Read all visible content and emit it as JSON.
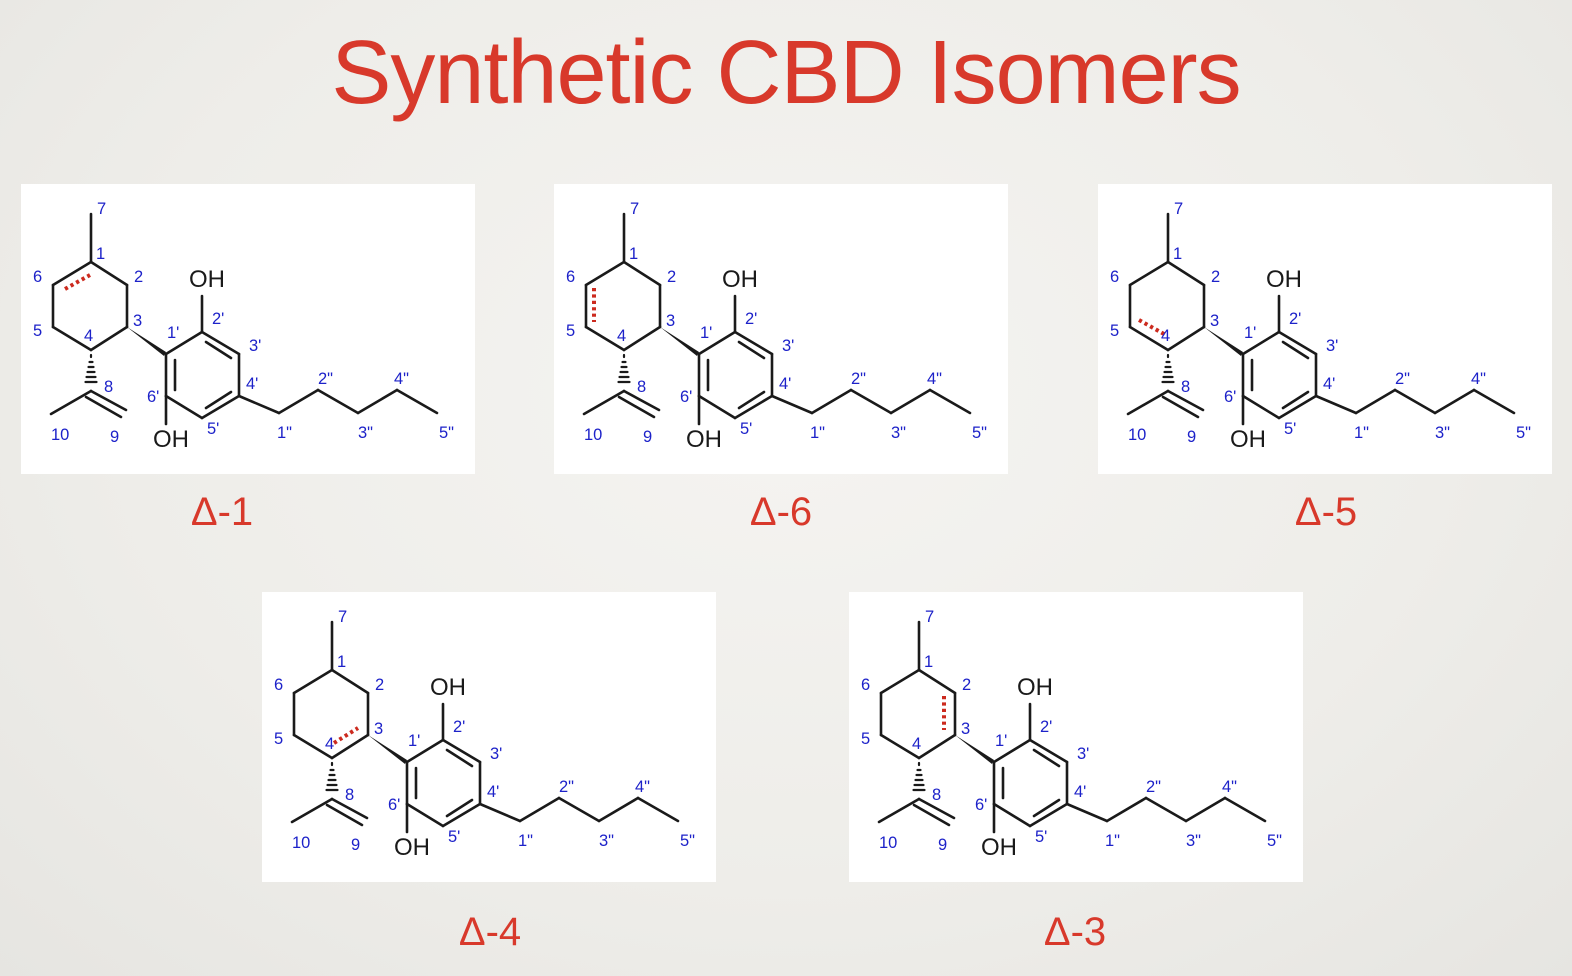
{
  "title": "Synthetic CBD Isomers",
  "colors": {
    "title": "#d8392b",
    "caption": "#d8392b",
    "atom_labels": "#1d22c9",
    "bonds": "#1a1a1a",
    "double_bond_marker": "#cc2a1e"
  },
  "atom_labels": {
    "l7": "7",
    "l1": "1",
    "l2": "2",
    "l3": "3",
    "l4": "4",
    "l5": "5",
    "l6": "6",
    "l8": "8",
    "l9": "9",
    "l10": "10",
    "l1p": "1'",
    "l2p": "2'",
    "l3p": "3'",
    "l4p": "4'",
    "l5p": "5'",
    "l6p": "6'",
    "l1pp": "1\"",
    "l2pp": "2\"",
    "l3pp": "3\"",
    "l4pp": "4\"",
    "l5pp": "5\""
  },
  "hydroxyl": "OH",
  "isomers": [
    {
      "caption": "Δ-1",
      "double_bond_position": "C1–C6"
    },
    {
      "caption": "Δ-6",
      "double_bond_position": "C5–C6"
    },
    {
      "caption": "Δ-5",
      "double_bond_position": "C4–C5"
    },
    {
      "caption": "Δ-4",
      "double_bond_position": "C3–C4"
    },
    {
      "caption": "Δ-3",
      "double_bond_position": "C2–C3"
    }
  ]
}
